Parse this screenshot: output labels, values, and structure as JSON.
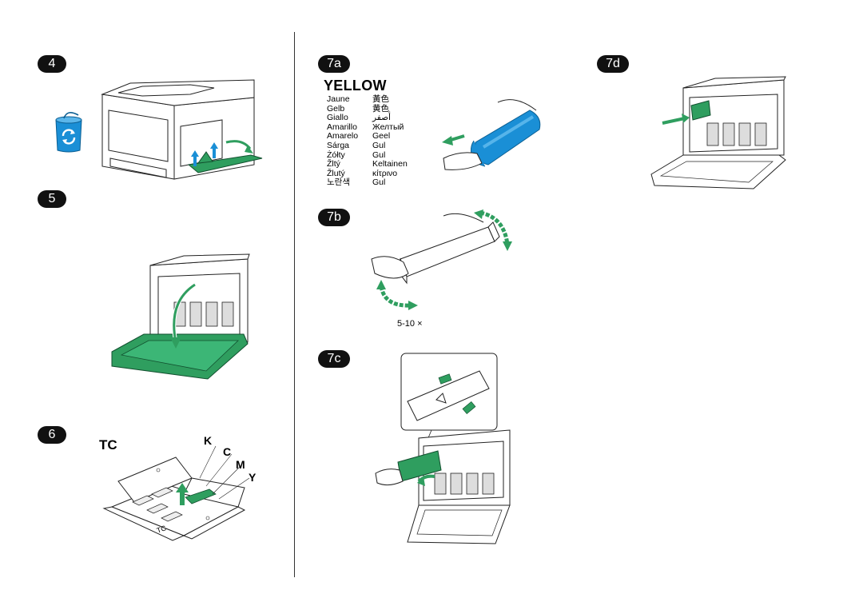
{
  "steps": {
    "s4": "4",
    "s5": "5",
    "s6": "6",
    "s7a": "7a",
    "s7b": "7b",
    "s7c": "7c",
    "s7d": "7d"
  },
  "yellow": {
    "title": "YELLOW",
    "names_left": [
      "Jaune",
      "Gelb",
      "Giallo",
      "Amarillo",
      "Amarelo",
      "Sárga",
      "Żółty",
      "Žltý",
      "Žlutý",
      "노란색"
    ],
    "names_right": [
      "黃色",
      "黄色",
      "أصفر",
      "Желтый",
      "Geel",
      "Gul",
      "Gul",
      "Keltainen",
      "κίτρινο",
      "Gul"
    ]
  },
  "tc": {
    "title": "TC",
    "k": "K",
    "c": "C",
    "m": "M",
    "y": "Y",
    "box_print": "TC"
  },
  "shake": {
    "count": "5-10 ×"
  },
  "colors": {
    "green": "#2f9e5f",
    "blue": "#1a8fd6",
    "badge": "#111111"
  },
  "icons": [
    "recycle-bin-icon",
    "push-arrow-icon"
  ]
}
